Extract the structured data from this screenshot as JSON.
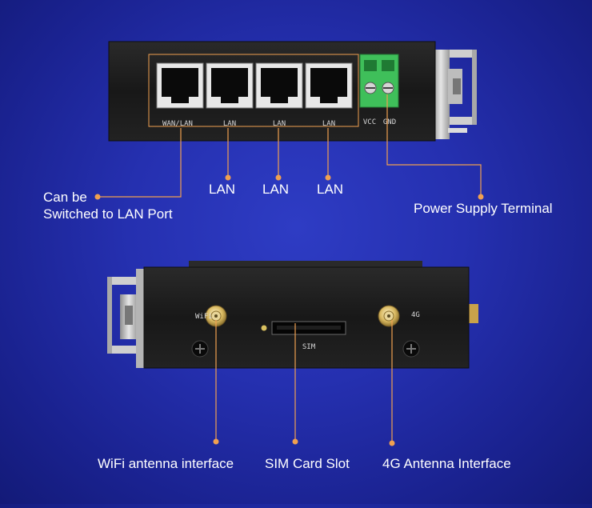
{
  "top_unit": {
    "port_labels": [
      "WAN/LAN",
      "LAN",
      "LAN",
      "LAN"
    ],
    "terminal_labels": [
      "VCC",
      "GND"
    ]
  },
  "bottom_unit": {
    "wifi_label": "WiFi",
    "sim_label": "SIM",
    "lte_label": "4G"
  },
  "callouts": {
    "wan_line1": "Can be",
    "wan_line2": "Switched to LAN Port",
    "lan1": "LAN",
    "lan2": "LAN",
    "lan3": "LAN",
    "power": "Power Supply Terminal",
    "wifi": "WiFi antenna interface",
    "sim": "SIM Card Slot",
    "lte": "4G Antenna Interface"
  },
  "colors": {
    "accent": "#f0a050",
    "terminal_green": "#3fbf5a",
    "device_body": "#1b1b1b"
  }
}
